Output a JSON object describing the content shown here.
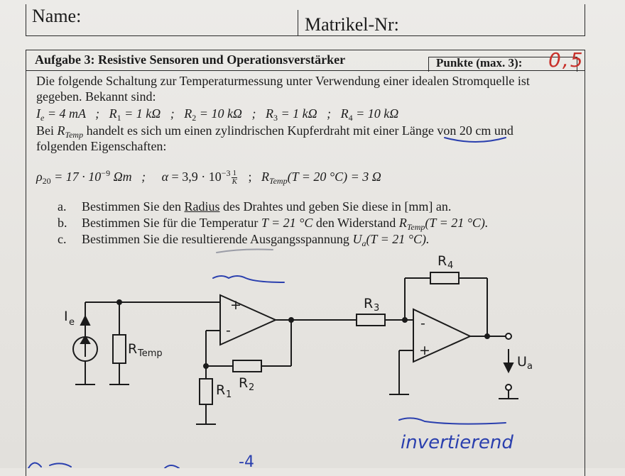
{
  "header": {
    "name_label": "Name:",
    "matrikel_label": "Matrikel-Nr:"
  },
  "task": {
    "title": "Aufgabe 3: Resistive Sensoren und Operationsverstärker",
    "points_label": "Punkte (max. 3):",
    "score_handwritten": "0,5",
    "intro_line1": "Die folgende Schaltung zur Temperaturmessung unter Verwendung einer idealen Stromquelle ist",
    "intro_line2": "gegeben. Bekannt sind:",
    "given": {
      "Ie": "I",
      "Ie_sub": "e",
      "Ie_val": " = 4 mA   ;   ",
      "R1": "R",
      "R1_sub": "1",
      "R1_val": " = 1 kΩ   ;   ",
      "R2": "R",
      "R2_sub": "2",
      "R2_val": " = 10 kΩ   ;   ",
      "R3": "R",
      "R3_sub": "3",
      "R3_val": " = 1 kΩ   ;   ",
      "R4": "R",
      "R4_sub": "4",
      "R4_val": " = 10 kΩ"
    },
    "rtemp_line1_a": "Bei ",
    "rtemp_line1_sym": "R",
    "rtemp_line1_sub": "Temp",
    "rtemp_line1_b": " handelt es sich um einen zylindrischen Kupferdraht mit einer Länge von 20 cm und",
    "rtemp_line2": "folgenden Eigenschaften:",
    "props": {
      "rho": "ρ",
      "rho_sub": "20",
      "rho_val": " = 17 · 10",
      "rho_exp": "−9",
      "rho_unit": " Ωm   ;     ",
      "alpha": "α",
      "alpha_val": " = 3,9 · 10",
      "alpha_exp": "−3",
      "frac_num": "1",
      "frac_den": "K",
      "sep": "   ;   ",
      "rt_sym": "R",
      "rt_sub": "Temp",
      "rt_val": "(T = 20 °C) = 3 Ω"
    },
    "items": [
      {
        "label": "a.",
        "pre": "Bestimmen Sie den ",
        "underlined": "Radius",
        "post": " des Drahtes und geben Sie diese in [mm] an."
      },
      {
        "label": "b.",
        "pre": "Bestimmen Sie für die Temperatur ",
        "math": "T = 21 °C",
        "mid": " den Widerstand ",
        "sym": "R",
        "sub": "Temp",
        "post": "(T = 21 °C)."
      },
      {
        "label": "c.",
        "pre": "Bestimmen Sie die resultierende Ausgangsspannung ",
        "sym": "U",
        "sub": "a",
        "post": "(T = 21 °C)."
      }
    ]
  },
  "circuit": {
    "source_label": "I",
    "source_sub": "e",
    "rtemp_label": "R",
    "rtemp_sub": "Temp",
    "r1_label": "R",
    "r1_sub": "1",
    "r2_label": "R",
    "r2_sub": "2",
    "r3_label": "R",
    "r3_sub": "3",
    "r4_label": "R",
    "r4_sub": "4",
    "ua_label": "U",
    "ua_sub": "a",
    "op1_plus": "+",
    "op1_minus": "-",
    "op2_plus": "+",
    "op2_minus": "-"
  },
  "handwriting": {
    "note": "invertierend",
    "bottom_exp": "-4"
  },
  "colors": {
    "ink_blue": "#2a3fae",
    "score_red": "#c8312b",
    "print": "#1b1b1b"
  }
}
